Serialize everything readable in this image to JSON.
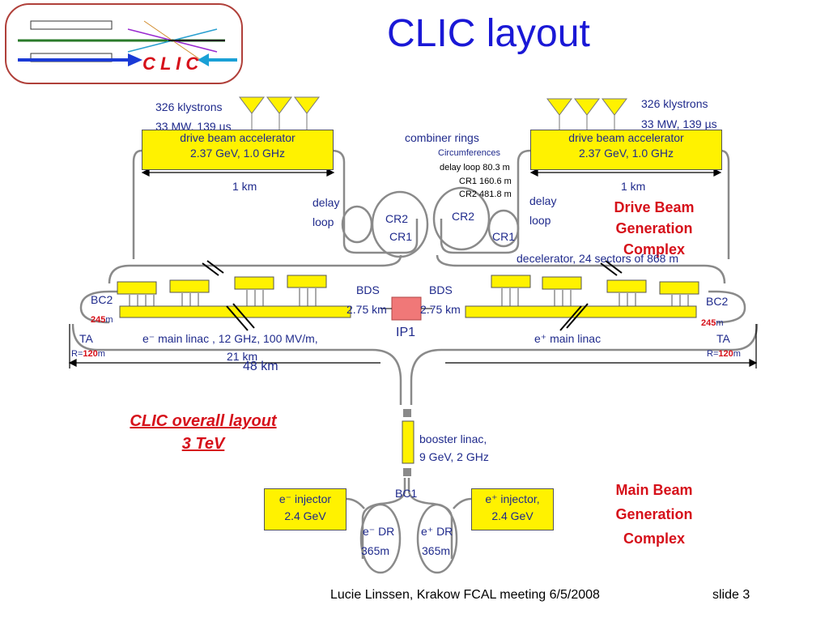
{
  "slide": {
    "title": "CLIC layout",
    "footer_author": "Lucie Linssen, Krakow FCAL meeting 6/5/2008",
    "footer_slide": "slide 3"
  },
  "logo": {
    "text": "C L I C"
  },
  "drive_beam": {
    "left": {
      "klystrons_line1": "326 klystrons",
      "klystrons_line2": "33 MW, 139 µs",
      "accel_line1": "drive beam accelerator",
      "accel_line2": "2.37 GeV, 1.0 GHz",
      "length": "1 km",
      "delay_line1": "delay",
      "delay_line2": "loop"
    },
    "right": {
      "klystrons_line1": "326 klystrons",
      "klystrons_line2": "33 MW, 139 µs",
      "accel_line1": "drive beam accelerator",
      "accel_line2": "2.37 GeV, 1.0 GHz",
      "length": "1 km",
      "delay_line1": "delay",
      "delay_line2": "loop"
    },
    "combiner_rings": "combiner rings",
    "circumferences_title": "Circumferences",
    "circumferences": [
      "delay loop 80.3 m",
      "CR1 160.6 m",
      "CR2 481.8 m"
    ],
    "rings_left": [
      "CR2",
      "CR1"
    ],
    "rings_right": [
      "CR2",
      "CR1"
    ],
    "complex_label": [
      "Drive Beam",
      "Generation",
      "Complex"
    ],
    "decelerator": "decelerator, 24 sectors of 868 m"
  },
  "main_linac": {
    "bc2": "BC2",
    "ta": "TA",
    "bc2_value": "245",
    "bc2_unit": "m",
    "ta_prefix": "R=",
    "ta_value": "120",
    "ta_unit": "m",
    "bds_label": "BDS",
    "bds_length": "2.75 km",
    "ip": "IP1",
    "eminus_linac_line1": "e⁻ main linac , 12 GHz, 100 MV/m,",
    "eminus_linac_line2": "21 km",
    "eplus_linac": "e⁺ main linac",
    "total_length": "48 km"
  },
  "overall": {
    "line1": "CLIC  overall layout",
    "line2": "3 TeV"
  },
  "main_beam": {
    "booster_line1": "booster linac,",
    "booster_line2": "9 GeV, 2 GHz",
    "bc1": "BC1",
    "eminus_injector_line1": "e⁻ injector",
    "eminus_injector_line2": "2.4 GeV",
    "eplus_injector_line1": "e⁺ injector,",
    "eplus_injector_line2": "2.4 GeV",
    "eminus_dr_line1": "e⁻ DR",
    "eminus_dr_line2": "365m",
    "eplus_dr_line1": "e⁺ DR",
    "eplus_dr_line2": "365m",
    "complex_label": [
      "Main Beam",
      "Generation",
      "Complex"
    ]
  },
  "colors": {
    "title": "#1a18d6",
    "label": "#1f2a8c",
    "accent_red": "#d6101a",
    "module_yellow": "#fff200",
    "ip_pink": "#f07878",
    "beamline_grey": "#8a8a8a"
  }
}
